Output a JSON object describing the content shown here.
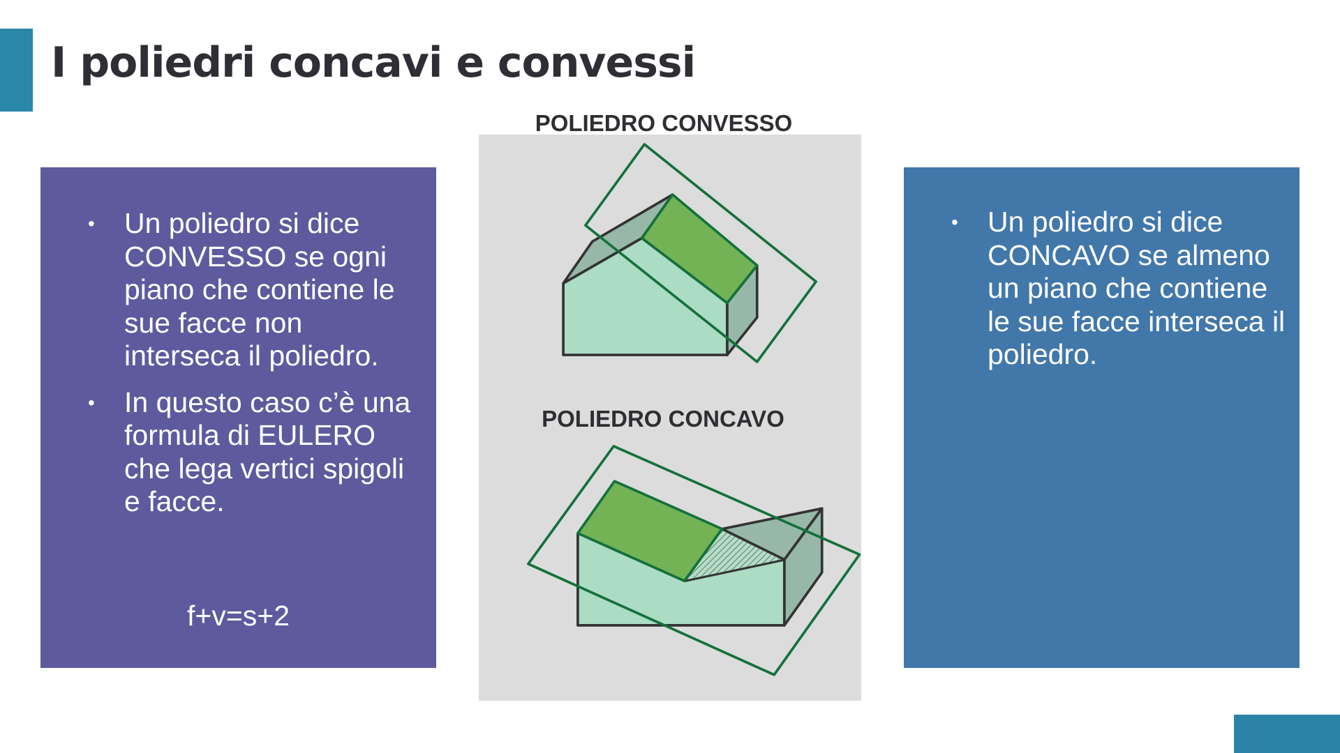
{
  "slide": {
    "title": "I poliedri concavi e convessi",
    "accent_color": "#2b87a9",
    "left_box": {
      "color": "#5d5a9e",
      "bullets": [
        "Un poliedro si dice CONVESSO se ogni piano che contiene le sue facce non interseca il poliedro.",
        "In questo caso c’è una formula di EULERO che lega vertici spigoli e facce."
      ],
      "formula": "f+v=s+2"
    },
    "figure": {
      "convex_label": "POLIEDRO CONVESSO",
      "concave_label": "POLIEDRO CONCAVO"
    },
    "right_box": {
      "color": "#4277aa",
      "bullets": [
        "Un poliedro si dice CONCAVO se almeno un piano che contiene le sue facce interseca il poliedro."
      ]
    }
  }
}
